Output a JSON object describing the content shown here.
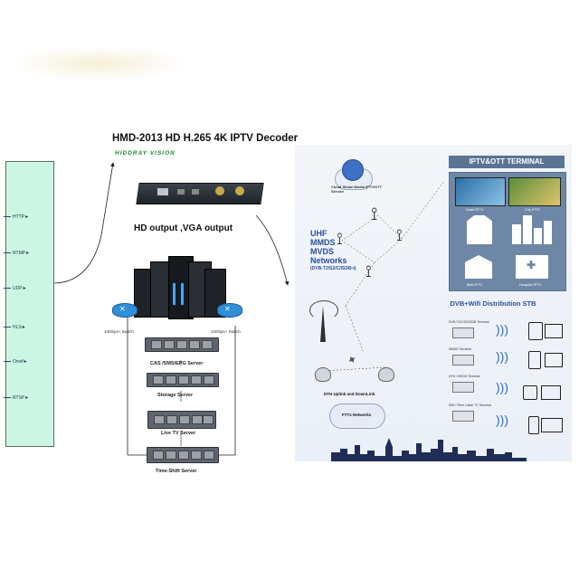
{
  "decoder": {
    "title": "HMD-2013  HD H.265 4K IPTV Decoder",
    "brand": "HIDDRAY VISION",
    "output_label": "HD output ,VGA output"
  },
  "protocols": [
    "HTTP",
    "RTMP",
    "UDP",
    "HLS",
    "Onvif",
    "RTSP"
  ],
  "switches": [
    "10Gbps+ Switch",
    "10Gbps+ Switch"
  ],
  "servers": [
    "CAS /SMS/EPG Server",
    "Storage Server",
    "Live TV Server",
    "Time-Shift Server"
  ],
  "network": {
    "cloud_label": "Cloud Steam Media IPTV/OTT Service",
    "uhf_lines": [
      "UHF",
      "MMDS",
      "MVDS",
      "Networks"
    ],
    "uhf_sub": "(DVB-T2/S2/C/ISDB-t)",
    "dth_label": "DTH Uplink and DownLink",
    "ftth_label": "FTTx Networks"
  },
  "iptv_terminal": {
    "title": "IPTV&OTT TERMINAL",
    "items": [
      "Hotel IPTV",
      "City IPTV",
      "Mall IPTV",
      "Hospital IPTV"
    ]
  },
  "stb": {
    "title": "DVB+Wifi Distribution STB",
    "items": [
      "DVB-T2/C/S2/ISDB Terminal",
      "MMDS Terminal",
      "DTH / MVDS Terminal",
      "SIM / Fiber Cable TV Terminal"
    ]
  },
  "colors": {
    "protocol_panel": "#ccf6e4",
    "accent_blue": "#2a4f9e",
    "brand_green": "#1a8b2c"
  }
}
